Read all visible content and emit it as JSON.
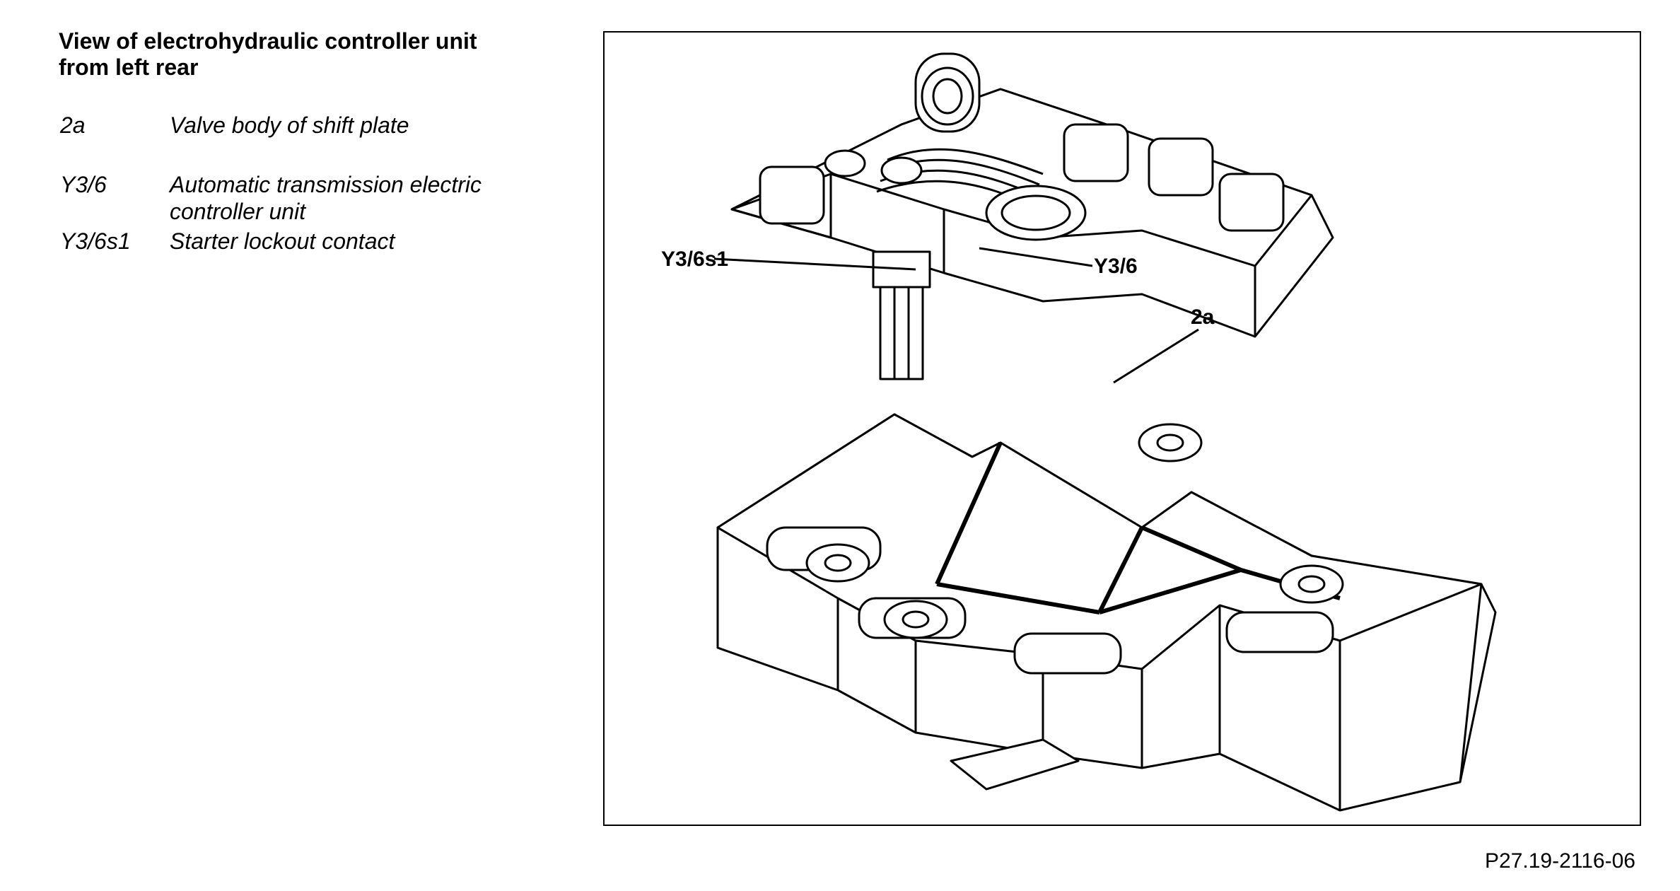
{
  "title": {
    "line1": "View of electrohydraulic controller unit",
    "line2": "from left rear"
  },
  "legend": [
    {
      "code": "2a",
      "desc_lines": [
        "Valve body of shift plate"
      ]
    },
    {
      "code": "Y3/6",
      "desc_lines": [
        "Automatic transmission electric",
        "controller unit"
      ]
    },
    {
      "code": "Y3/6s1",
      "desc_lines": [
        "Starter lockout contact"
      ]
    }
  ],
  "callouts": {
    "y36s1": "Y3/6s1",
    "y36": "Y3/6",
    "a2": "2a"
  },
  "figure_id": "P27.19-2116-06"
}
